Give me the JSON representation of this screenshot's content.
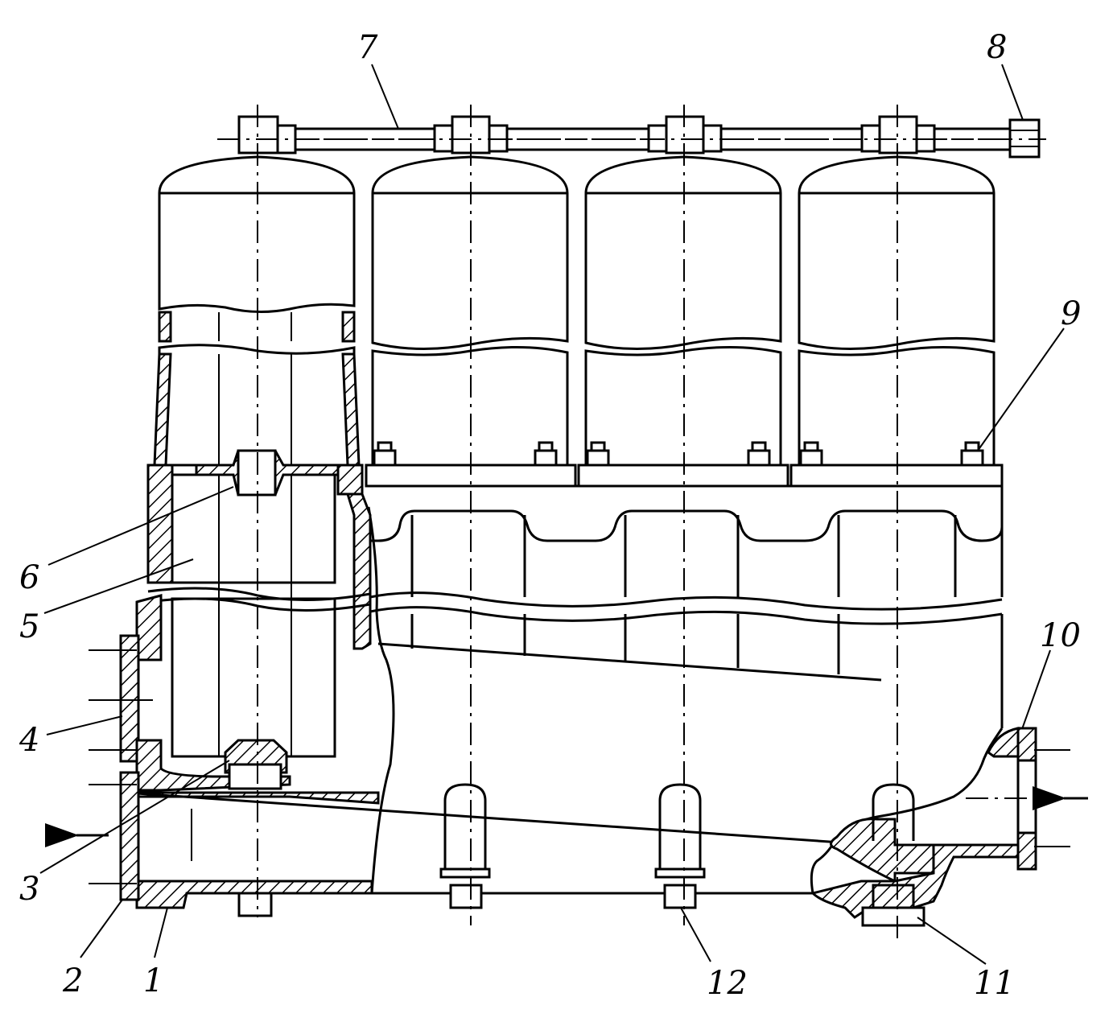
{
  "figure": {
    "callouts": [
      {
        "key": "c1",
        "text": "1"
      },
      {
        "key": "c2",
        "text": "2"
      },
      {
        "key": "c3",
        "text": "3"
      },
      {
        "key": "c4",
        "text": "4"
      },
      {
        "key": "c5",
        "text": "5"
      },
      {
        "key": "c6",
        "text": "6"
      },
      {
        "key": "c7",
        "text": "7"
      },
      {
        "key": "c8",
        "text": "8"
      },
      {
        "key": "c9",
        "text": "9"
      },
      {
        "key": "c10",
        "text": "10"
      },
      {
        "key": "c11",
        "text": "11"
      },
      {
        "key": "c12",
        "text": "12"
      }
    ],
    "filter_count": 4,
    "flow_arrows": [
      "outlet-arrow-left",
      "inlet-arrow-left"
    ]
  }
}
